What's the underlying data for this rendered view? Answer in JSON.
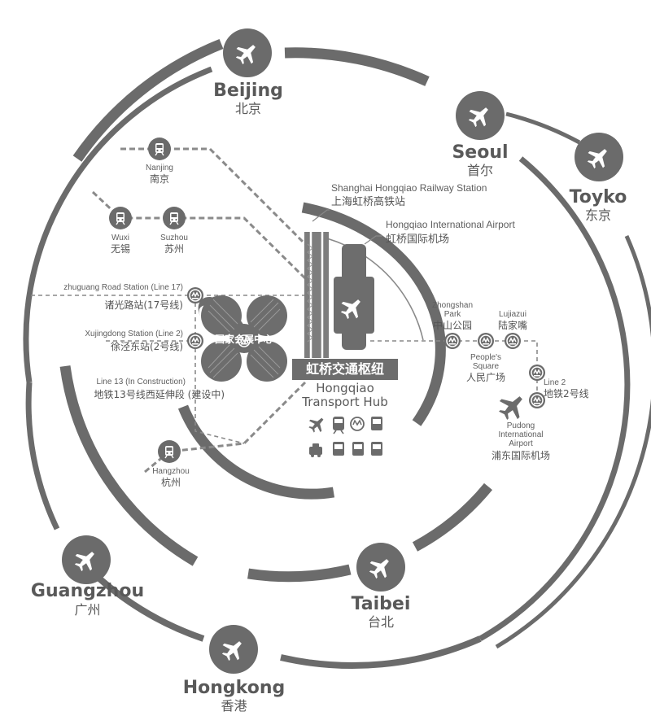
{
  "cities": {
    "beijing": {
      "en": "Beijing",
      "zh": "北京"
    },
    "seoul": {
      "en": "Seoul",
      "zh": "首尔"
    },
    "toyko": {
      "en": "Toyko",
      "zh": "东京"
    },
    "guangzhou": {
      "en": "Guangzhou",
      "zh": "广州"
    },
    "taibei": {
      "en": "Taibei",
      "zh": "台北"
    },
    "hongkong": {
      "en": "Hongkong",
      "zh": "香港"
    }
  },
  "rail_stations": {
    "nanjing": {
      "en": "Nanjing",
      "zh": "南京"
    },
    "wuxi": {
      "en": "Wuxi",
      "zh": "无锡"
    },
    "suzhou": {
      "en": "Suzhou",
      "zh": "苏州"
    },
    "hangzhou": {
      "en": "Hangzhou",
      "zh": "杭州"
    }
  },
  "metro_lines": {
    "zhuguang": {
      "en": "zhuguang Road Station (Line 17)",
      "zh": "诸光路站(17号线)"
    },
    "xujingdong": {
      "en": "Xujingdong Station (Line 2)",
      "zh": "徐泾东站(2号线)"
    },
    "line13": {
      "en": "Line 13 (In Construction)",
      "zh": "地铁13号线西延伸段 (建设中)"
    }
  },
  "hub": {
    "railway_station": {
      "en": "Shanghai Hongqiao Railway Station",
      "zh": "上海虹桥高铁站"
    },
    "airport": {
      "en": "Hongqiao International Airport",
      "zh": "虹桥国际机场"
    },
    "title_zh": "虹桥交通枢纽",
    "title_en_1": "Hongqiao",
    "title_en_2": "Transport Hub",
    "expo_center": "国家会展中心"
  },
  "east_metro": {
    "zhongshan": {
      "en_1": "Zhongshan",
      "en_2": "Park",
      "zh": "中山公园"
    },
    "lujiazui": {
      "en": "Lujiazui",
      "zh": "陆家嘴"
    },
    "peoples": {
      "en_1": "People's",
      "en_2": "Square",
      "zh": "人民广场"
    },
    "line2": {
      "en": "Line 2",
      "zh": "地铁2号线"
    },
    "pudong": {
      "en_1": "Pudong",
      "en_2": "International",
      "en_3": "Airport",
      "zh": "浦东国际机场"
    }
  },
  "icon_names": [
    "airplane-icon",
    "train-icon",
    "metro-icon",
    "bus-icon",
    "taxi-icon",
    "expo-clover-icon"
  ],
  "colors": {
    "ring": "#6b6b6b",
    "rail": "#8a8a8a",
    "text": "#595959",
    "hub_fill": "#6d6d6d"
  }
}
